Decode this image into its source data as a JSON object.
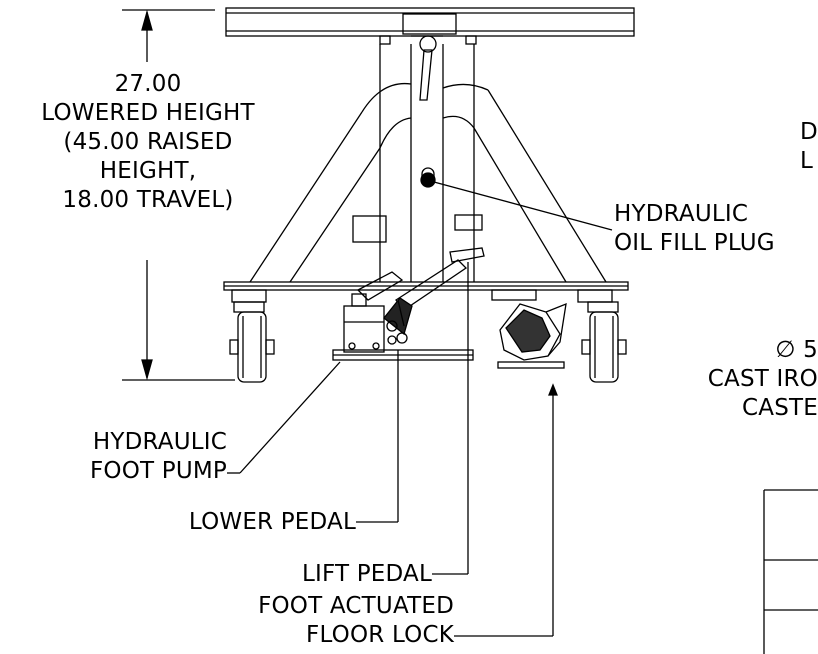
{
  "dimension": {
    "lines": [
      "27.00",
      "LOWERED HEIGHT",
      "(45.00 RAISED",
      "HEIGHT,",
      "18.00 TRAVEL)"
    ]
  },
  "callouts": {
    "oil_fill": [
      "HYDRAULIC",
      "OIL FILL PLUG"
    ],
    "foot_pump": [
      "HYDRAULIC",
      "FOOT PUMP"
    ],
    "lower_pedal": "LOWER PEDAL",
    "lift_pedal": "LIFT PEDAL",
    "floor_lock": [
      "FOOT ACTUATED",
      "FLOOR LOCK"
    ],
    "casters": [
      "∅ 5",
      "CAST IRO",
      "CASTE"
    ],
    "partial_note": [
      "D",
      "L"
    ]
  },
  "colors": {
    "line": "#000000",
    "background": "#ffffff"
  }
}
